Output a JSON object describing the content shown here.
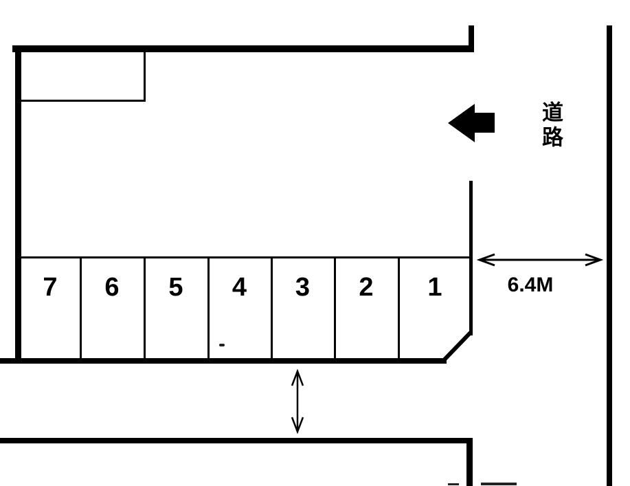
{
  "canvas": {
    "background": "#ffffff",
    "line_color": "#000000",
    "type": "parking-lot-layout-diagram"
  },
  "road": {
    "label": "道路"
  },
  "entrance": {
    "width_label": "6.4M"
  },
  "parking": {
    "spaces": [
      {
        "label": "7"
      },
      {
        "label": "6"
      },
      {
        "label": "5"
      },
      {
        "label": "4"
      },
      {
        "label": "3"
      },
      {
        "label": "2"
      },
      {
        "label": "1"
      }
    ]
  },
  "icons": {
    "road_direction": "arrow-left-filled",
    "entrance_width": "arrow-horizontal-double-headed",
    "aisle": "arrow-vertical-double-headed"
  }
}
